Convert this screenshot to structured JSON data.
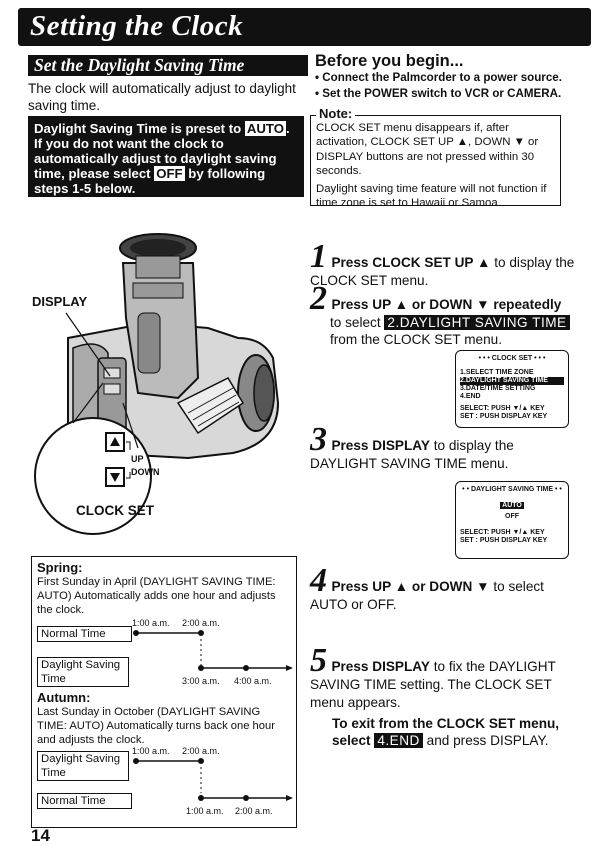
{
  "page": {
    "title": "Setting the Clock",
    "page_number": "14"
  },
  "dst_section": {
    "heading": "Set the Daylight Saving Time",
    "intro": "The clock will automatically adjust to daylight saving time.",
    "notice_line1": "Daylight Saving Time is preset to",
    "notice_auto": "AUTO",
    "notice_line2": "If you do not want the clock to automatically adjust to daylight saving time, please select",
    "notice_off": "OFF",
    "notice_line3": "by following steps 1-5 below."
  },
  "before_you_begin": {
    "title": "Before you begin...",
    "items": [
      "• Connect the Palmcorder to a power source.",
      "• Set the POWER switch to VCR or CAMERA."
    ]
  },
  "note": {
    "title": "Note:",
    "paragraph1": "CLOCK SET menu disappears if, after activation, CLOCK SET UP ▲, DOWN ▼ or DISPLAY buttons are not pressed within 30 seconds.",
    "paragraph2": "Daylight saving time feature will not function if time zone is set to Hawaii or Samoa."
  },
  "camera": {
    "display_label": "DISPLAY",
    "up_label": "UP",
    "down_label": "DOWN",
    "clock_set_label": "CLOCK SET"
  },
  "steps": [
    {
      "num": "1",
      "bold": "Press CLOCK SET UP ▲",
      "text": " to display the CLOCK SET menu."
    },
    {
      "num": "2",
      "bold": "Press UP ▲ or DOWN ▼ repeatedly",
      "text_a": "to select",
      "highlight": "2.DAYLIGHT SAVING TIME",
      "text_b": "from the CLOCK SET menu."
    },
    {
      "num": "3",
      "bold": "Press DISPLAY",
      "text": " to display the DAYLIGHT SAVING TIME menu."
    },
    {
      "num": "4",
      "bold": "Press UP ▲ or DOWN ▼",
      "text": " to select AUTO or OFF."
    },
    {
      "num": "5",
      "bold": "Press DISPLAY",
      "text": " to fix the DAYLIGHT SAVING TIME setting. The CLOCK SET menu appears."
    }
  ],
  "exit": {
    "bold": "To exit from the CLOCK SET menu, select",
    "highlight": "4.END",
    "text": "and press DISPLAY."
  },
  "lcd_menu1": {
    "title": "• • • CLOCK SET • • •",
    "items": [
      "1.SELECT TIME ZONE",
      "2.DAYLIGHT SAVING TIME",
      "3.DATE/TIME SETTING",
      "4.END"
    ],
    "select": "SELECT: PUSH ▼/▲ KEY",
    "set": "SET    : PUSH DISPLAY KEY"
  },
  "lcd_menu2": {
    "title": "• • DAYLIGHT SAVING TIME • •",
    "auto": "AUTO",
    "off": "OFF",
    "select": "SELECT: PUSH ▼/▲ KEY",
    "set": "SET    : PUSH DISPLAY KEY"
  },
  "spring": {
    "heading": "Spring:",
    "text": "First Sunday in April (DAYLIGHT SAVING TIME: AUTO) Automatically adds one hour and adjusts the clock.",
    "t1": "1:00 a.m.",
    "t2": "2:00 a.m.",
    "normal_time": "Normal Time",
    "dst": "Daylight Saving Time",
    "t3": "3:00 a.m.",
    "t4": "4:00 a.m."
  },
  "autumn": {
    "heading": "Autumn:",
    "text": "Last Sunday in October (DAYLIGHT SAVING TIME: AUTO) Automatically turns back one hour and adjusts the clock.",
    "t1": "1:00 a.m.",
    "t2": "2:00 a.m.",
    "dst": "Daylight Saving Time",
    "normal_time": "Normal Time",
    "t3": "1:00 a.m.",
    "t4": "2:00 a.m."
  }
}
